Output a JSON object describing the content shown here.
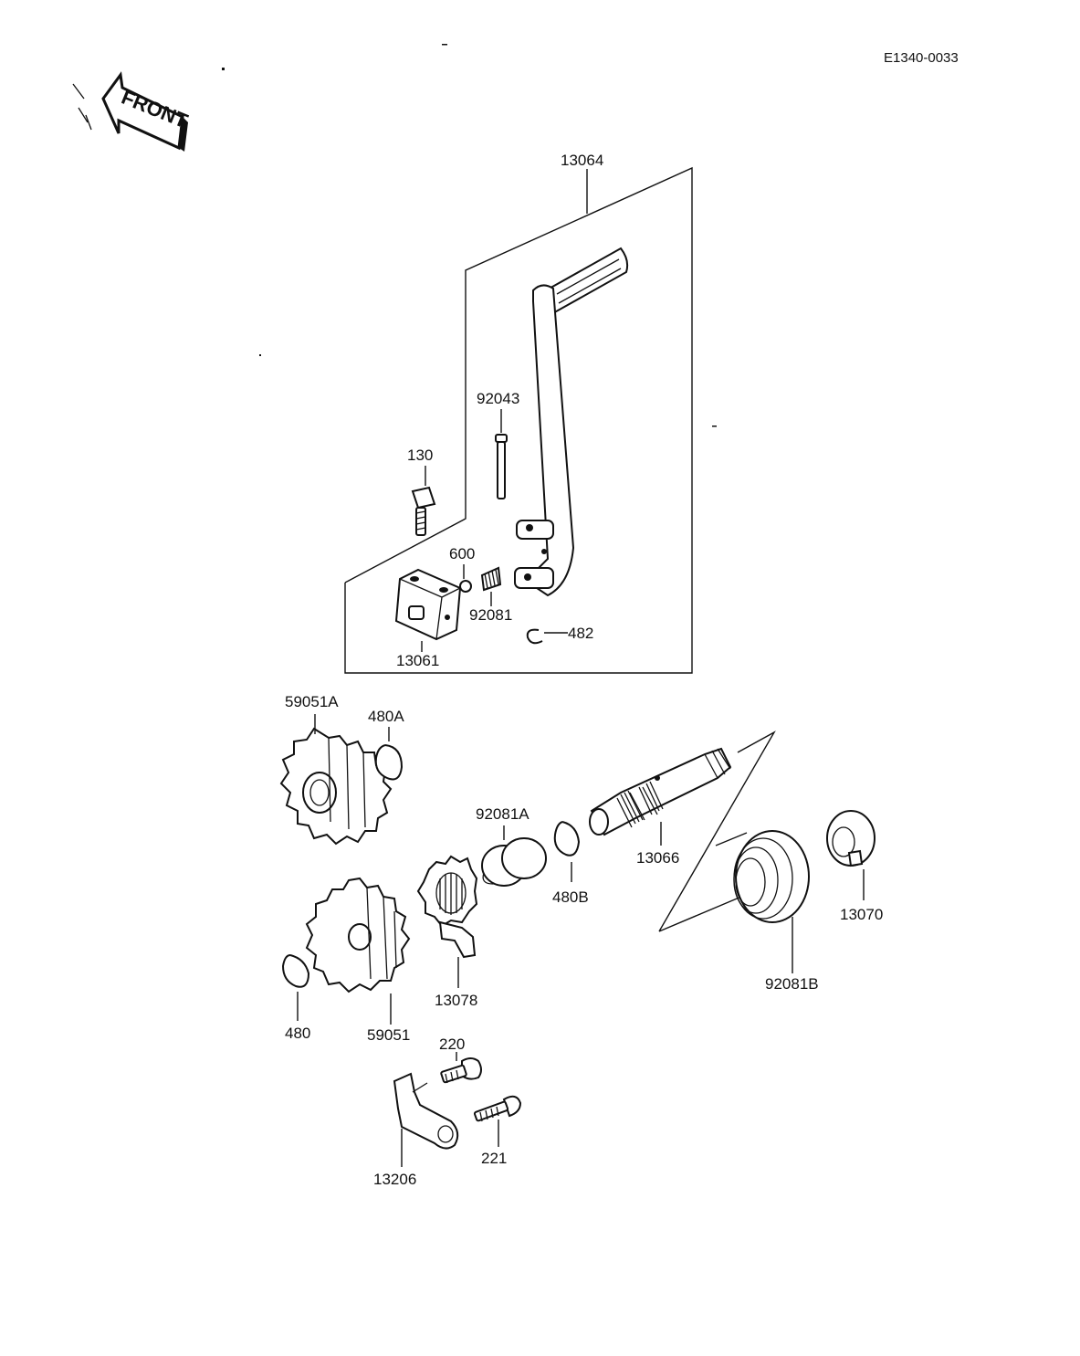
{
  "diagram_code": "E1340-0033",
  "front_arrow": {
    "label": "FRONT",
    "icon": "front-arrow-icon"
  },
  "parts": {
    "p13064": "13064",
    "p92043": "92043",
    "p130": "130",
    "p600": "600",
    "p92081": "92081",
    "p482": "482",
    "p13061": "13061",
    "p59051A": "59051A",
    "p480A": "480A",
    "p92081A": "92081A",
    "p480B": "480B",
    "p13066": "13066",
    "p13070": "13070",
    "p92081B": "92081B",
    "p13078": "13078",
    "p480": "480",
    "p59051": "59051",
    "p220": "220",
    "p221": "221",
    "p13206": "13206"
  }
}
